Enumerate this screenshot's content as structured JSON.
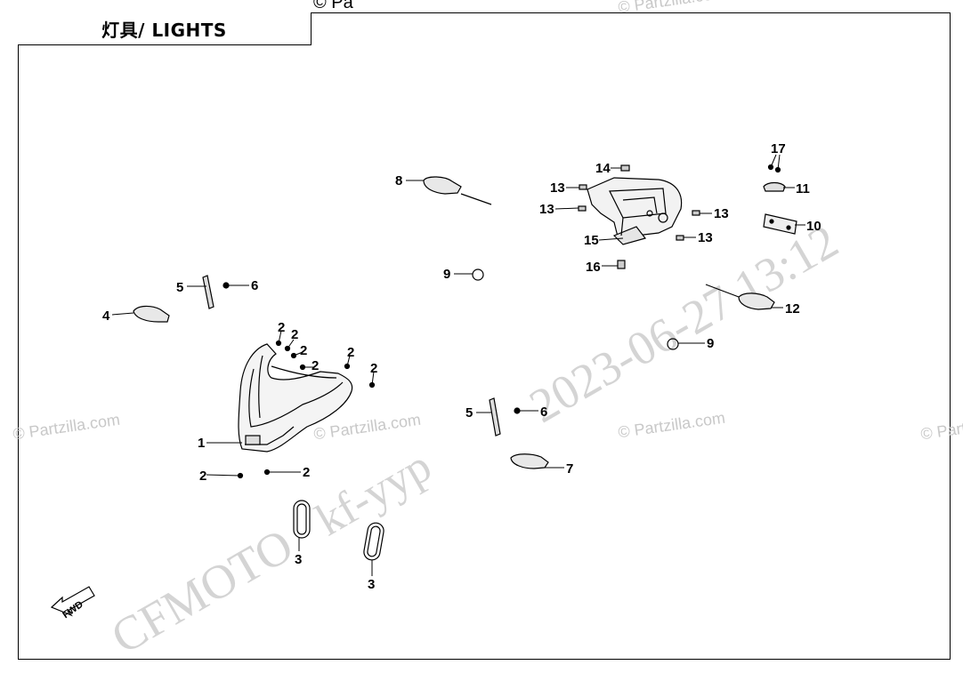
{
  "header": {
    "title": "灯具/ LIGHTS"
  },
  "watermarks": {
    "partzilla_1": "© Partzilla.com",
    "partzilla_2": "© Partzilla.com",
    "partzilla_3": "© Partzilla.com",
    "partzilla_4": "© Partzilla.com",
    "partzilla_5": "© Partzilla.com",
    "partzilla_top": "© Pa",
    "stamp_date": "2023-06-27 13:12",
    "stamp_user": "kf-yyp",
    "stamp_brand": "CFMOTO"
  },
  "fwd_label": "FWD",
  "callouts": {
    "c1": "1",
    "c2a": "2",
    "c2b": "2",
    "c2c": "2",
    "c2d": "2",
    "c2e": "2",
    "c2f": "2",
    "c2g": "2",
    "c2h": "2",
    "c3a": "3",
    "c3b": "3",
    "c4": "4",
    "c5a": "5",
    "c5b": "5",
    "c6a": "6",
    "c6b": "6",
    "c7": "7",
    "c8": "8",
    "c9a": "9",
    "c9b": "9",
    "c10": "10",
    "c11": "11",
    "c12": "12",
    "c13a": "13",
    "c13b": "13",
    "c13c": "13",
    "c13d": "13",
    "c14": "14",
    "c15": "15",
    "c16": "16",
    "c17": "17"
  }
}
